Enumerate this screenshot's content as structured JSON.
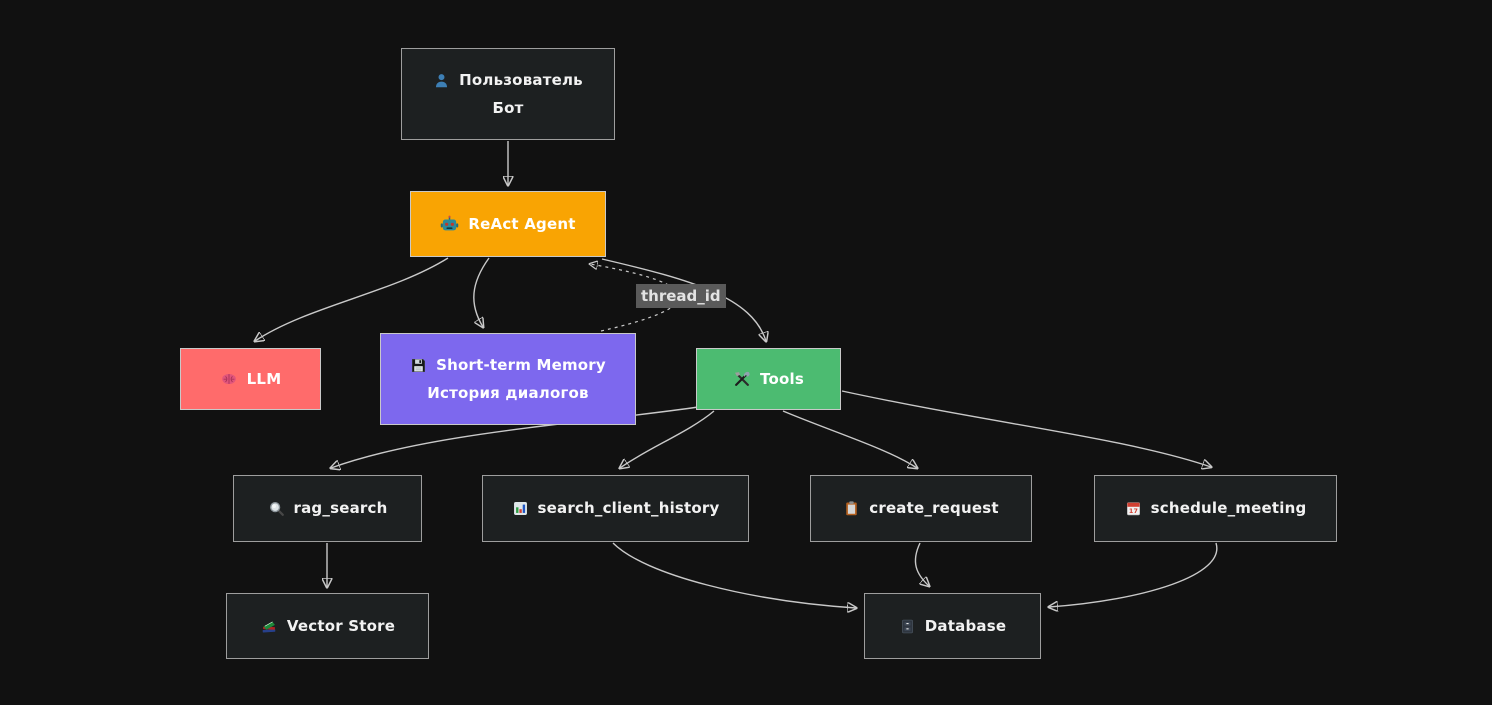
{
  "canvas": {
    "background": "#111111",
    "edge_color": "#c9c9c9"
  },
  "nodes": {
    "user_bot": {
      "line1": "Пользователь",
      "line2": "Бот",
      "icon": "person-icon",
      "fill": "#1d2021",
      "text_color": "#f2f2f2"
    },
    "react_agent": {
      "line1": "ReAct Agent",
      "icon": "robot-icon",
      "fill": "#f9a403",
      "text_color": "#ffffff"
    },
    "llm": {
      "line1": "LLM",
      "icon": "brain-icon",
      "fill": "#ff6b6b",
      "text_color": "#ffffff"
    },
    "memory": {
      "line1": "Short-term Memory",
      "line2": "История диалогов",
      "icon": "floppy-disk-icon",
      "fill": "#7d68ee",
      "text_color": "#ffffff"
    },
    "tools": {
      "line1": "Tools",
      "icon": "hammer-wrench-icon",
      "fill": "#4cbb71",
      "text_color": "#ffffff"
    },
    "rag_search": {
      "line1": "rag_search",
      "icon": "magnifier-icon",
      "fill": "#1d2021",
      "text_color": "#f2f2f2"
    },
    "search_client_history": {
      "line1": "search_client_history",
      "icon": "bar-chart-icon",
      "fill": "#1d2021",
      "text_color": "#f2f2f2"
    },
    "create_request": {
      "line1": "create_request",
      "icon": "clipboard-icon",
      "fill": "#1d2021",
      "text_color": "#f2f2f2"
    },
    "schedule_meeting": {
      "line1": "schedule_meeting",
      "icon": "calendar-icon",
      "icon_day": "17",
      "fill": "#1d2021",
      "text_color": "#f2f2f2"
    },
    "vector_store": {
      "line1": "Vector Store",
      "icon": "books-icon",
      "fill": "#1d2021",
      "text_color": "#f2f2f2"
    },
    "database": {
      "line1": "Database",
      "icon": "file-cabinet-icon",
      "fill": "#1d2021",
      "text_color": "#f2f2f2"
    }
  },
  "edge_label": {
    "text": "thread_id",
    "bg": "#5a5a5a",
    "color": "#e3e3e3"
  },
  "edges": [
    {
      "from": "user_bot",
      "to": "react_agent",
      "style": "solid"
    },
    {
      "from": "react_agent",
      "to": "llm",
      "style": "solid"
    },
    {
      "from": "react_agent",
      "to": "memory",
      "style": "solid"
    },
    {
      "from": "react_agent",
      "to": "tools",
      "style": "solid"
    },
    {
      "from": "memory",
      "to": "react_agent",
      "style": "dashed",
      "label": "thread_id"
    },
    {
      "from": "tools",
      "to": "rag_search",
      "style": "solid"
    },
    {
      "from": "tools",
      "to": "search_client_history",
      "style": "solid"
    },
    {
      "from": "tools",
      "to": "create_request",
      "style": "solid"
    },
    {
      "from": "tools",
      "to": "schedule_meeting",
      "style": "solid"
    },
    {
      "from": "rag_search",
      "to": "vector_store",
      "style": "solid"
    },
    {
      "from": "search_client_history",
      "to": "database",
      "style": "solid"
    },
    {
      "from": "create_request",
      "to": "database",
      "style": "solid"
    },
    {
      "from": "schedule_meeting",
      "to": "database",
      "style": "solid"
    }
  ]
}
